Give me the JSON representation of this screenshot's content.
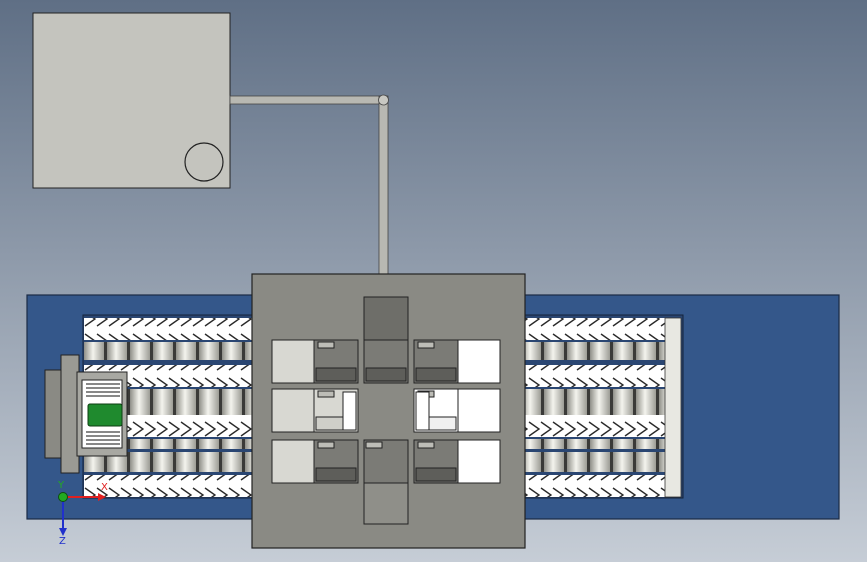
{
  "view": {
    "background_top": "#5f6f85",
    "background_bottom": "#c6cdd6"
  },
  "colors": {
    "panel_gray": "#c4c4be",
    "base_blue": "#34578a",
    "head_gray": "#8a8a84",
    "cell_light": "#d8d8d2",
    "cell_dark": "#7b7b76",
    "cell_white": "#ffffff",
    "roller_metal": "#b9b9b2",
    "carriage_green": "#1f8a2e",
    "pipe": "#b8b8b2"
  },
  "triad": {
    "x_label": "X",
    "y_label": "Y",
    "z_label": "Z",
    "x_color": "#e02020",
    "y_color": "#22aa22",
    "z_color": "#2030cc"
  },
  "icons": {
    "gauge": "circle-gauge-icon",
    "triad": "coordinate-triad-icon"
  }
}
